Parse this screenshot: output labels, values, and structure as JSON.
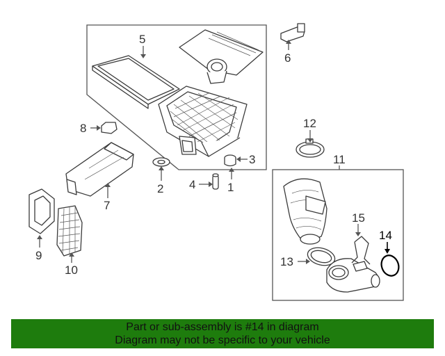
{
  "callouts": [
    "1",
    "2",
    "3",
    "4",
    "5",
    "6",
    "7",
    "8",
    "9",
    "10",
    "11",
    "12",
    "13",
    "14",
    "15"
  ],
  "highlighted_part": "14",
  "banner": {
    "line1": "Part or sub-assembly is #14 in diagram",
    "line2": "Diagram may not be specific to your vehicle",
    "color": "#1e7c0d"
  }
}
